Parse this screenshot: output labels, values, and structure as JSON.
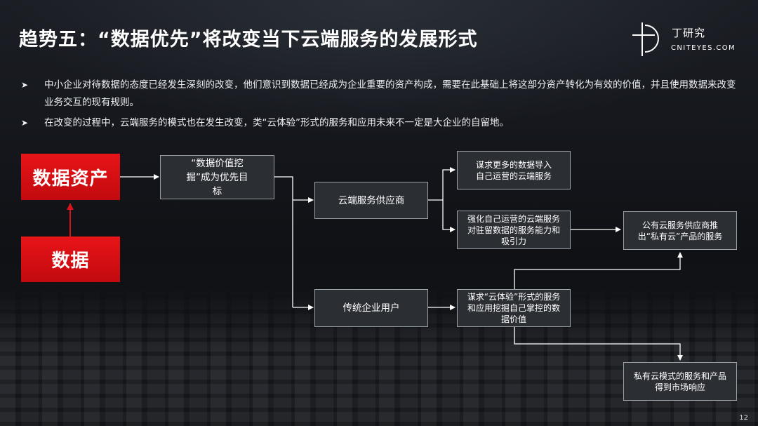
{
  "header": {
    "title": "趋势五：“数据优先”将改变当下云端服务的发展形式",
    "logo_name": "丁研究",
    "logo_url": "CNITEYES.COM"
  },
  "bullets": [
    "中小企业对待数据的态度已经发生深刻的改变，他们意识到数据已经成为企业重要的资产构成，需要在此基础上将这部分资产转化为有效的价值，并且使用数据来改变业务交互的现有规则。",
    "在改变的过程中，云端服务的模式也在发生改变，类“云体验”形式的服务和应用未来不一定是大企业的自留地。"
  ],
  "diagram": {
    "data_asset": "数据资产",
    "data": "数据",
    "value_mining": "“数据价值挖掘”成为优先目标",
    "cloud_provider": "云端服务供应商",
    "traditional_user": "传统企业用户",
    "more_data_import": "谋求更多的数据导入自己运营的云端服务",
    "strengthen_cloud": "强化自己运营的云端服务对驻留数据的服务能力和吸引力",
    "cloud_experience": "谋求“云体验”形式的服务和应用挖掘自己掌控的数据价值",
    "public_cloud_private": "公有云服务供应商推出“私有云”产品的服务",
    "private_cloud_response": "私有云模式的服务和产品得到市场响应"
  },
  "footer": {
    "page_number": "12"
  },
  "colors": {
    "accent_red": "#e01216",
    "box_fill": "#2b2e33",
    "box_border": "#9aa0a7"
  }
}
